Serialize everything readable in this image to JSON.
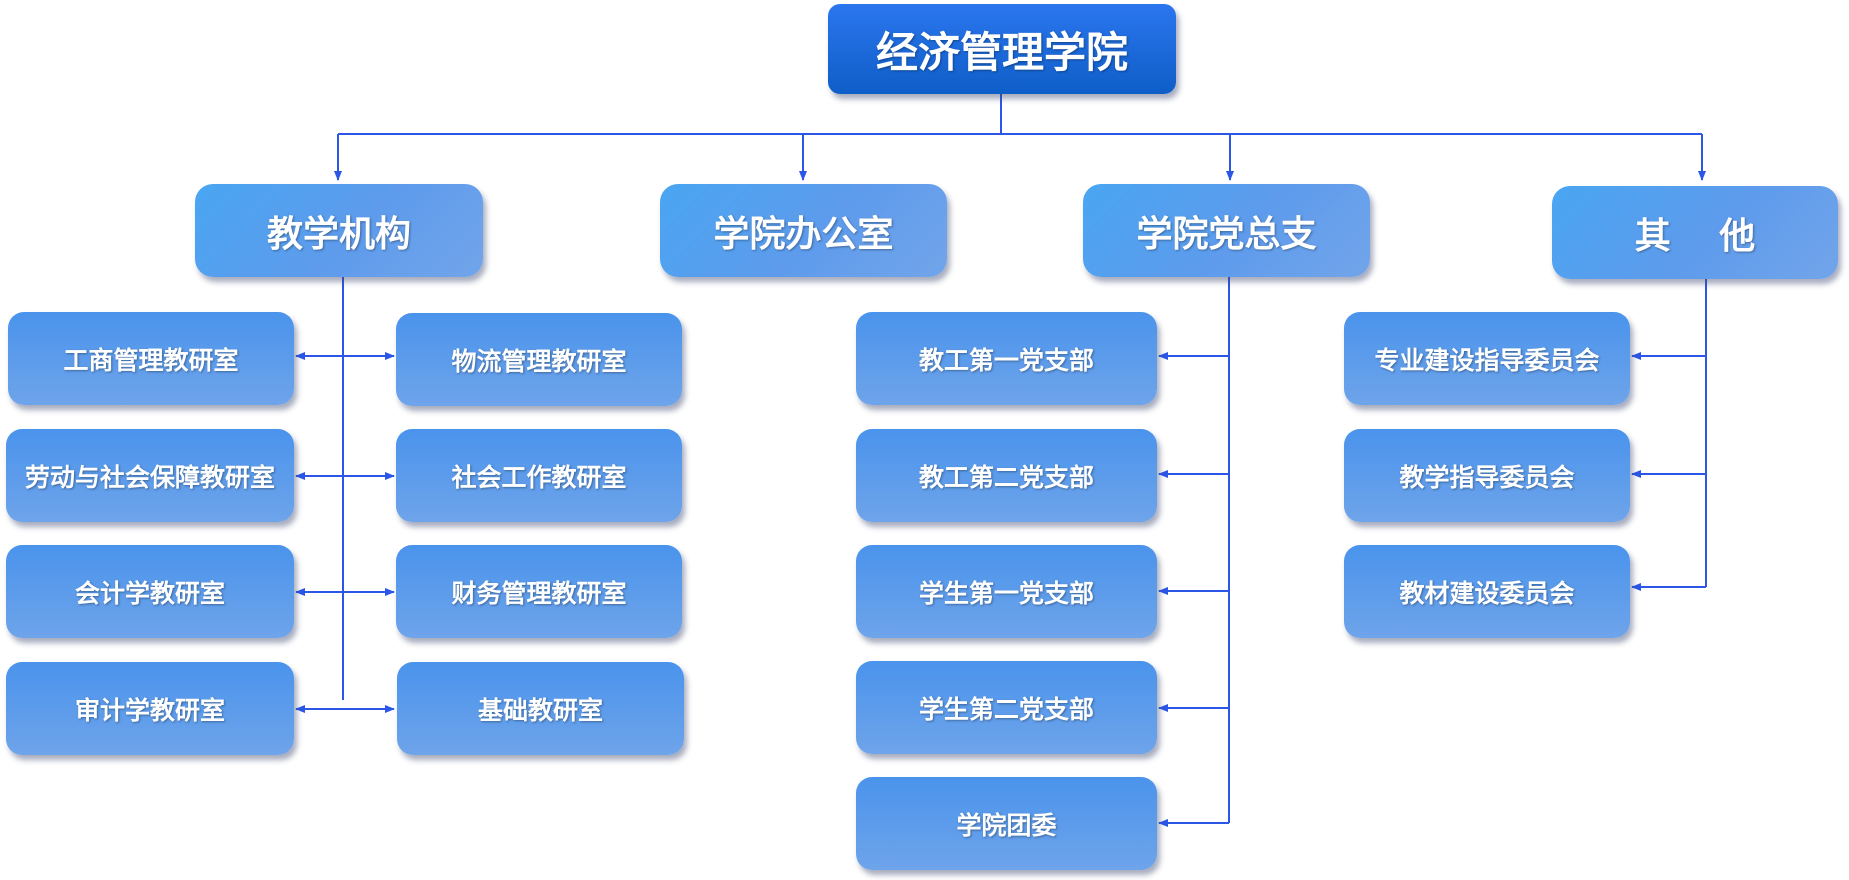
{
  "root": {
    "label": "经济管理学院"
  },
  "departments": [
    {
      "key": "teaching",
      "label": "教学机构"
    },
    {
      "key": "office",
      "label": "学院办公室"
    },
    {
      "key": "party",
      "label": "学院党总支"
    },
    {
      "key": "other",
      "label": "其 他"
    }
  ],
  "teaching_left": [
    {
      "label": "工商管理教研室"
    },
    {
      "label": "劳动与社会保障教研室"
    },
    {
      "label": "会计学教研室"
    },
    {
      "label": "审计学教研室"
    }
  ],
  "teaching_right": [
    {
      "label": "物流管理教研室"
    },
    {
      "label": "社会工作教研室"
    },
    {
      "label": "财务管理教研室"
    },
    {
      "label": "基础教研室"
    }
  ],
  "party_units": [
    {
      "label": "教工第一党支部"
    },
    {
      "label": "教工第二党支部"
    },
    {
      "label": "学生第一党支部"
    },
    {
      "label": "学生第二党支部"
    },
    {
      "label": "学院团委"
    }
  ],
  "other_units": [
    {
      "label": "专业建设指导委员会"
    },
    {
      "label": "教学指导委员会"
    },
    {
      "label": "教材建设委员会"
    }
  ],
  "colors": {
    "connector": "#2b56e8",
    "root_fill": "#1567db",
    "box_fill": "#5b9cec",
    "text": "#ffffff"
  }
}
